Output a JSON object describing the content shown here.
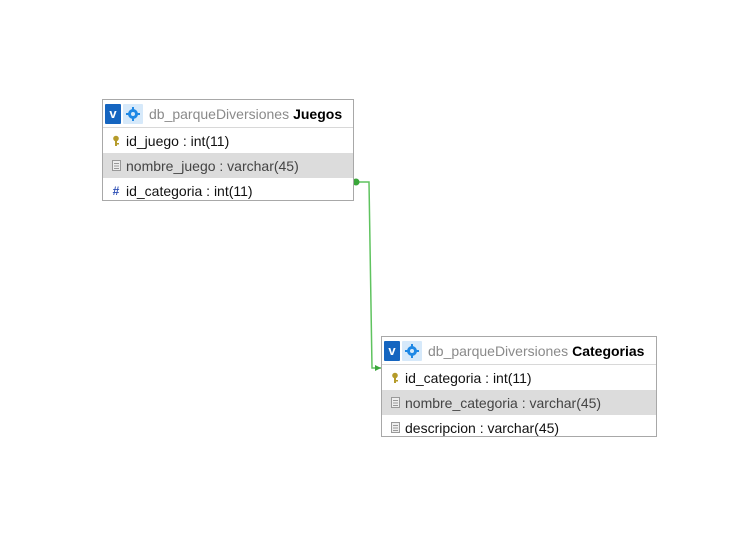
{
  "tables": [
    {
      "id": "juegos",
      "db_name": "db_parqueDiversiones",
      "table_name": "Juegos",
      "header_button_label": "v",
      "columns": [
        {
          "text": "id_juego : int(11)",
          "icon": "key-icon"
        },
        {
          "text": "nombre_juego : varchar(45)",
          "icon": "text-field-icon"
        },
        {
          "text": "id_categoria : int(11)",
          "icon": "hash-icon"
        }
      ]
    },
    {
      "id": "categorias",
      "db_name": "db_parqueDiversiones",
      "table_name": "Categorias",
      "header_button_label": "v",
      "columns": [
        {
          "text": "id_categoria : int(11)",
          "icon": "key-icon"
        },
        {
          "text": "nombre_categoria : varchar(45)",
          "icon": "text-field-icon"
        },
        {
          "text": "descripcion : varchar(45)",
          "icon": "text-field-icon"
        }
      ]
    }
  ],
  "colors": {
    "relation_line": "#5fc35f",
    "header_button": "#1565c0",
    "gear_background": "#d6e9fa",
    "key_icon": "#b59b2a",
    "hash_icon": "#2e4fb5"
  }
}
